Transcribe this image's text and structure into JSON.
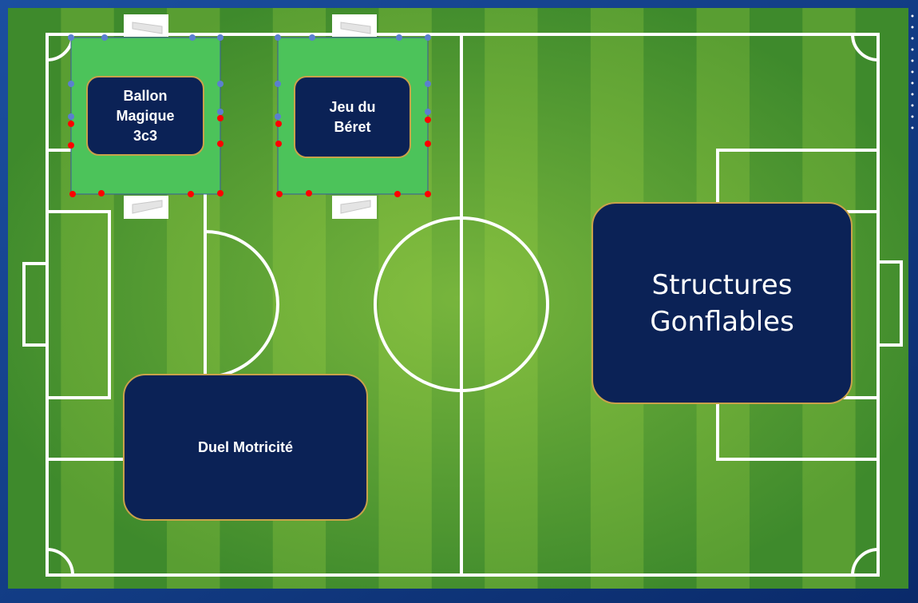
{
  "colors": {
    "pitch_dark": "#3e8a2c",
    "pitch_light": "#8cc43e",
    "line": "#ffffff",
    "background": "#0b2a66",
    "box_fill": "#0b2256",
    "box_border": "#c9a24a",
    "zone_green": "#4cc35a",
    "marker_red": "#ff0000",
    "marker_blue": "#5b7fd0"
  },
  "zones": {
    "ballon_magique": {
      "label": "Ballon\nMagique\n3c3"
    },
    "jeu_du_beret": {
      "label": "Jeu du\nBéret"
    },
    "duel_motricite": {
      "label": "Duel Motricité"
    },
    "structures_gonflables": {
      "label": "Structures\nGonflables"
    }
  },
  "icons": [
    "cone-marker",
    "goal-icon"
  ]
}
